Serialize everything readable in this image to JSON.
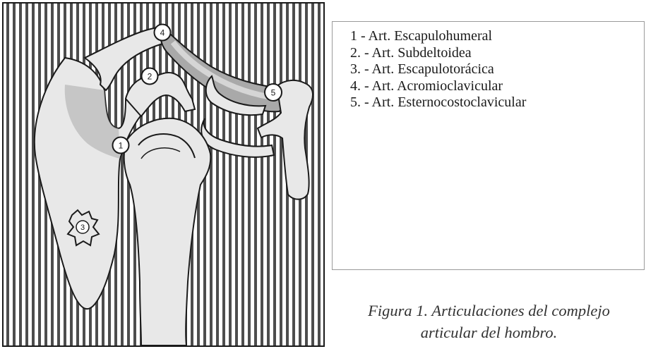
{
  "legend": {
    "items": [
      "1 - Art. Escapulohumeral",
      "2. - Art. Subdeltoidea",
      "3. - Art. Escapulotorácica",
      "4. - Art. Acromioclavicular",
      "5. - Art. Esternocostoclavicular"
    ]
  },
  "diagram": {
    "markers": [
      "1",
      "2",
      "3",
      "4",
      "5"
    ]
  },
  "caption": {
    "line1": "Figura 1. Articulaciones del complejo",
    "line2": "articular del hombro."
  },
  "colors": {
    "bone": "#e8e8e8",
    "joint_shade": "#a9a9a9",
    "outline": "#1a1a1a",
    "stripes": "#4d4d4d"
  }
}
